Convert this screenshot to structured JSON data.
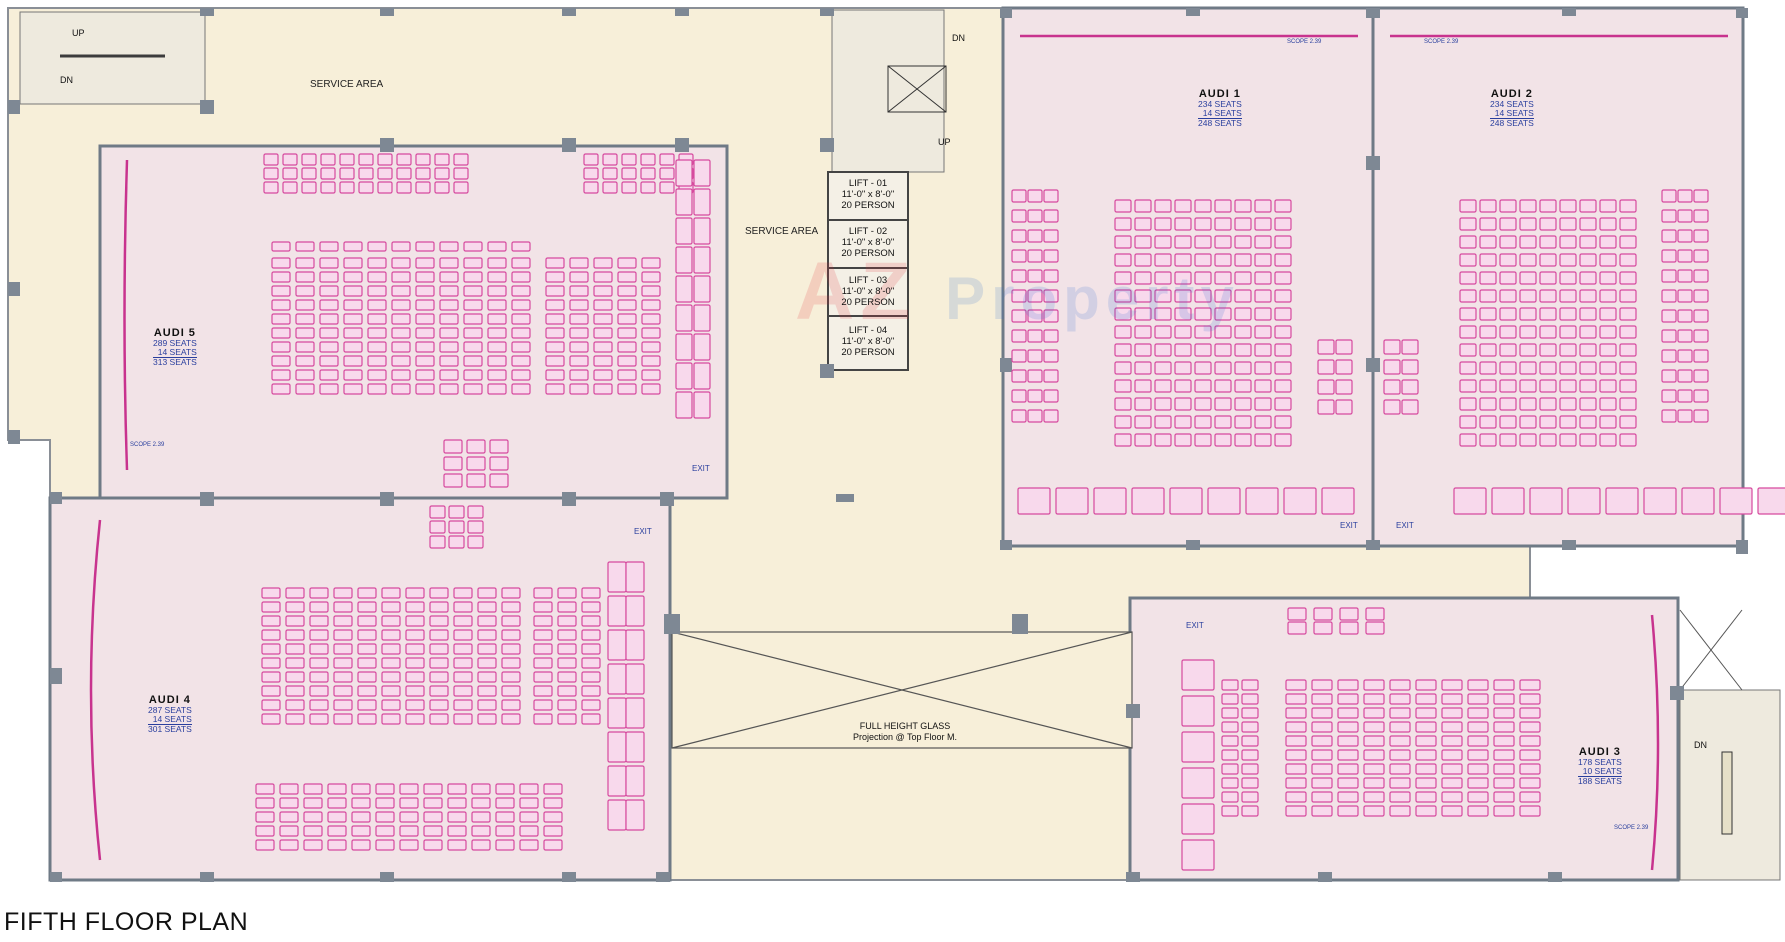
{
  "plan_title": "FIFTH FLOOR PLAN",
  "watermark": {
    "az": "AZ",
    "property": "Property"
  },
  "service_area_top": "SERVICE AREA",
  "service_area_mid": "SERVICE AREA",
  "stairs": {
    "up": "UP",
    "dn": "DN"
  },
  "lifts": [
    {
      "name": "LIFT - 01",
      "size": "11'-0\" x 8'-0\"",
      "cap": "20 PERSON"
    },
    {
      "name": "LIFT - 02",
      "size": "11'-0\" x 8'-0\"",
      "cap": "20 PERSON"
    },
    {
      "name": "LIFT - 03",
      "size": "11'-0\" x 8'-0\"",
      "cap": "20 PERSON"
    },
    {
      "name": "LIFT - 04",
      "size": "11'-0\" x 8'-0\"",
      "cap": "20 PERSON"
    }
  ],
  "audis": [
    {
      "name": "AUDI 1",
      "seats": "234  SEATS",
      "extra": "14  SEATS",
      "total": "248  SEATS"
    },
    {
      "name": "AUDI 2",
      "seats": "234  SEATS",
      "extra": "14  SEATS",
      "total": "248  SEATS"
    },
    {
      "name": "AUDI 3",
      "seats": "178  SEATS",
      "extra": "10  SEATS",
      "total": "188  SEATS"
    },
    {
      "name": "AUDI 4",
      "seats": "287  SEATS",
      "extra": "14  SEATS",
      "total": "301  SEATS"
    },
    {
      "name": "AUDI 5",
      "seats": "289  SEATS",
      "extra": "14  SEATS",
      "total": "313  SEATS"
    }
  ],
  "exit_label": "EXIT",
  "scope_label": "SCOPE 2.39",
  "glass": {
    "line1": "FULL HEIGHT GLASS",
    "line2": "Projection @ Top Floor M."
  },
  "colors": {
    "floor": "#f7efd9",
    "audi_floor": "#f2e3e7",
    "seat": "#d64a9e",
    "wall": "#6f7a86",
    "accent": "#e0303a"
  }
}
